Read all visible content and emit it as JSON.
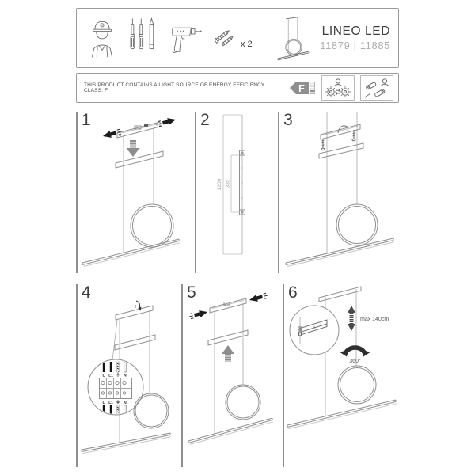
{
  "header": {
    "title": "LINEO LED",
    "models": "11879 | 11885",
    "anchor_quantity": "x 2",
    "icons": {
      "installer": "installer-icon",
      "tools": "screwdrivers-pencil-icon",
      "drill": "drill-icon",
      "screw_anchor": "screw-anchor-icon",
      "product": "product-thumbnail"
    }
  },
  "energy": {
    "notice": "THIS PRODUCT CONTAINS A LIGHT SOURCE OF ENERGY EFFICIENCY CLASS: F",
    "class_letter": "F",
    "icons": [
      "energy-class-label",
      "serviceable-parts-icon",
      "replace-light-source-icon"
    ]
  },
  "steps": [
    {
      "number": "1"
    },
    {
      "number": "2",
      "dim_total": "1200",
      "dim_profile": "335"
    },
    {
      "number": "3"
    },
    {
      "number": "4",
      "terminals": {
        "l": "L",
        "l1": "L1",
        "earth": "⏚",
        "n": "N"
      }
    },
    {
      "number": "5"
    },
    {
      "number": "6",
      "max_height": "max 140cm",
      "rotation": "360°"
    }
  ]
}
